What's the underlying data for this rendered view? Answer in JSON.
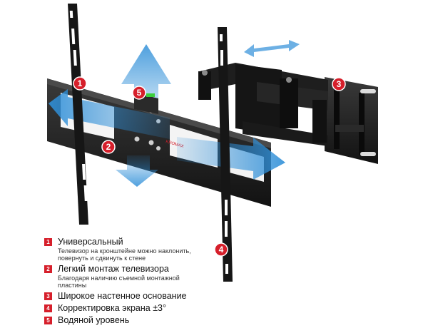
{
  "legend": [
    {
      "num": "1",
      "title": "Универсальный",
      "desc": "Телевизор на кронштейне можно наклонить, повернуть и сдвинуть к стене"
    },
    {
      "num": "2",
      "title": "Легкий монтаж телевизора",
      "desc": "Благодаря наличию съемной монтажной пластины"
    },
    {
      "num": "3",
      "title": "Широкое настенное основание",
      "desc": ""
    },
    {
      "num": "4",
      "title": "Корректировка экрана ±3°",
      "desc": ""
    },
    {
      "num": "5",
      "title": "Водяной уровень",
      "desc": ""
    }
  ],
  "callouts": [
    "1",
    "2",
    "3",
    "4",
    "5"
  ],
  "brand_mark": "KROMAX",
  "colors": {
    "accent": "#d61f2b",
    "arrow": "#2f8fd8",
    "metal": "#1b1b1b"
  }
}
